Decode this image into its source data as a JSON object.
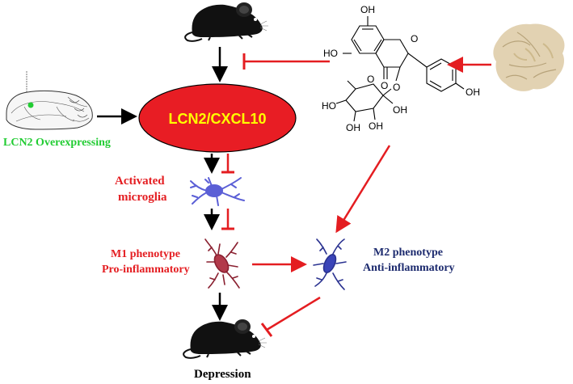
{
  "colors": {
    "red": "#e41d21",
    "black": "#000000",
    "green": "#22cc33",
    "navy": "#1c2a6e",
    "ellipse_fill": "#e81d24"
  },
  "labels": {
    "hub": "LCN2/CXCL10",
    "lcn2_overexpressing": "LCN2 Overexpressing",
    "activated_line1": "Activated",
    "activated_line2": "microglia",
    "m1_line1": "M1 phenotype",
    "m1_line2": "Pro-inflammatory",
    "m2_line1": "M2 phenotype",
    "m2_line2": "Anti-inflammatory",
    "depression": "Depression"
  },
  "molecule": {
    "oh_labels": [
      "OH",
      "HO",
      "O",
      "O",
      "O",
      "O",
      "OH",
      "HO",
      "OH",
      "OH",
      "OH"
    ]
  },
  "icons": [
    "mouse-top-icon",
    "brain-sagittal-icon",
    "microglia-activated-icon",
    "microglia-m1-icon",
    "microglia-m2-icon",
    "mouse-bottom-icon",
    "herb-root-icon",
    "molecule-structure"
  ]
}
